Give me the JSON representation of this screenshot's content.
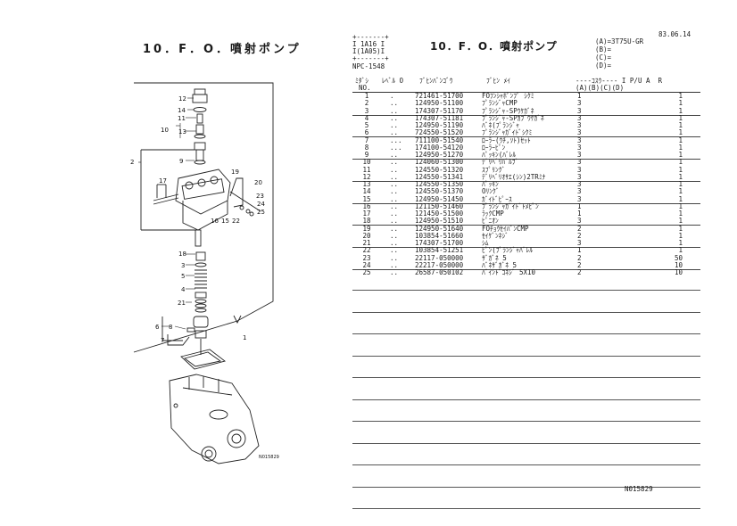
{
  "left_title": "10．F．O．噴射ポンプ",
  "header": {
    "box_top": "+-------+",
    "box_line1": "I 1A16 I",
    "box_line2": "I(1A05)I",
    "box_bottom": "+-------+",
    "doc_code": "NPC-1548",
    "title": "10．F．O．噴射ポンプ",
    "date": "83.06.14",
    "model_a": "(A)=3T75U-GR",
    "model_b": "(B)=",
    "model_c": "(C)=",
    "model_d": "(D)="
  },
  "table": {
    "columns": {
      "no_line1": "ﾐﾀﾞｼ",
      "no_line2": "NO.",
      "level": "ﾚﾍﾞﾙ O",
      "part_number": "ﾌﾞﾋﾝﾊﾞﾝｺﾞｳ",
      "part_name": "ﾌﾞﾋﾝ ﾒｲ",
      "qty_line1": "----ｺｽｳ---- I P/U A  R",
      "qty_line2": "(A)(B)(C)(D)"
    },
    "rows": [
      {
        "no": "1",
        "level": ".",
        "part": "721461-51700",
        "name": "FOﾌﾝｼｬﾎﾟﾝﾌﾟ ｼｸﾐ",
        "qty_a": "1",
        "pu": "1"
      },
      {
        "no": "2",
        "level": "..",
        "part": "124950-51100",
        "name": "ﾌﾟﾗﾝｼﾞｬCMP",
        "qty_a": "3",
        "pu": "1"
      },
      {
        "no": "3",
        "level": "..",
        "part": "174307-51170",
        "name": "ﾌﾟﾗﾝｼﾞｬ-SPｳｹｶﾞﾈ",
        "qty_a": "3",
        "pu": "1"
      },
      {
        "no": "4",
        "level": "..",
        "part": "174307-51181",
        "name": "ﾌﾟﾗﾝｼﾞｬ-SPｶﾌﾞｳｹｶﾞﾈ",
        "qty_a": "3",
        "pu": "1"
      },
      {
        "no": "5",
        "level": "..",
        "part": "124950-51190",
        "name": "ﾊﾞﾈ(ﾌﾟﾗﾝｼﾞｬ",
        "qty_a": "3",
        "pu": "1"
      },
      {
        "no": "6",
        "level": "..",
        "part": "724550-51520",
        "name": "ﾌﾟﾗﾝｼﾞｬｶﾞｲﾄﾞｼｸﾐ",
        "qty_a": "3",
        "pu": "1"
      },
      {
        "no": "7",
        "level": "...",
        "part": "711100-51540",
        "name": "ﾛｰﾗｰ(ｳﾁ,ｿﾄ)ｾｯﾄ",
        "qty_a": "3",
        "pu": "1"
      },
      {
        "no": "8",
        "level": "...",
        "part": "174100-54120",
        "name": "ﾛｰﾗｰﾋﾟﾝ",
        "qty_a": "3",
        "pu": "1"
      },
      {
        "no": "9",
        "level": "..",
        "part": "124950-51270",
        "name": "ﾊﾟｯｷﾝ(ﾊﾞﾚﾙ",
        "qty_a": "3",
        "pu": "1"
      },
      {
        "no": "10",
        "level": "..",
        "part": "124060-51300",
        "name": "ﾃﾞﾘﾍﾞﾘﾊﾞﾙﾌﾞ",
        "qty_a": "3",
        "pu": "1"
      },
      {
        "no": "11",
        "level": "..",
        "part": "124550-51320",
        "name": "ｽﾌﾟﾘﾝｸﾞ",
        "qty_a": "3",
        "pu": "1"
      },
      {
        "no": "12",
        "level": "..",
        "part": "124550-51341",
        "name": "ﾃﾞﾘﾍﾞﾘｵｻｴ(ｼﾝ)2TRﾐﾅ",
        "qty_a": "3",
        "pu": "1"
      },
      {
        "no": "13",
        "level": "..",
        "part": "124550-51350",
        "name": "ﾊﾟｯｷﾝ",
        "qty_a": "3",
        "pu": "1"
      },
      {
        "no": "14",
        "level": "..",
        "part": "124550-51370",
        "name": "Oﾘﾝｸﾞ",
        "qty_a": "3",
        "pu": "1"
      },
      {
        "no": "15",
        "level": "..",
        "part": "124950-51450",
        "name": "ｶﾞｲﾄﾞﾋﾟｰｽ",
        "qty_a": "3",
        "pu": "1"
      },
      {
        "no": "16",
        "level": "..",
        "part": "121150-51460",
        "name": "ﾌﾟﾗﾝｼﾞｬｶﾞｲﾄﾞﾄﾒﾋﾟﾝ",
        "qty_a": "1",
        "pu": "1"
      },
      {
        "no": "17",
        "level": "..",
        "part": "121450-51500",
        "name": "ﾗｯｸCMP",
        "qty_a": "1",
        "pu": "1"
      },
      {
        "no": "18",
        "level": "..",
        "part": "124950-51510",
        "name": "ﾋﾟﾆｵﾝ",
        "qty_a": "3",
        "pu": "1"
      },
      {
        "no": "19",
        "level": "..",
        "part": "124950-51640",
        "name": "FOﾁｮｳｾｲﾊﾞﾝCMP",
        "qty_a": "2",
        "pu": "1"
      },
      {
        "no": "20",
        "level": "..",
        "part": "103854-51660",
        "name": "ｾｲｹﾞﾝﾈｼﾞ",
        "qty_a": "2",
        "pu": "1"
      },
      {
        "no": "21",
        "level": "..",
        "part": "174307-51700",
        "name": "ｼﾑ",
        "qty_a": "3",
        "pu": "1"
      },
      {
        "no": "22",
        "level": "..",
        "part": "103854-51251",
        "name": "ﾋﾟﾝ(ﾌﾟﾗﾝｼﾞｬﾊﾞﾚﾙ",
        "qty_a": "1",
        "pu": "1"
      },
      {
        "no": "23",
        "level": "..",
        "part": "22117-050000",
        "name": "ｻﾞｶﾞﾈ 5",
        "qty_a": "2",
        "pu": "50"
      },
      {
        "no": "24",
        "level": "..",
        "part": "22217-050000",
        "name": "ﾊﾞﾈｻﾞｶﾞﾈ 5",
        "qty_a": "2",
        "pu": "10"
      },
      {
        "no": "25",
        "level": "..",
        "part": "26587-050102",
        "name": "ﾊﾞｲﾝﾄﾞｺﾈｼﾞ 5X10",
        "qty_a": "2",
        "pu": "10"
      }
    ]
  },
  "footer_code": "N015829",
  "diagram": {
    "labels": [
      "12",
      "14",
      "11",
      "10",
      "13",
      "2",
      "9",
      "17",
      "19",
      "20",
      "23",
      "24",
      "25",
      "16",
      "15",
      "22",
      "18",
      "3",
      "5",
      "4",
      "21",
      "6",
      "8",
      "7",
      "1"
    ],
    "figure_code": "N015829"
  }
}
